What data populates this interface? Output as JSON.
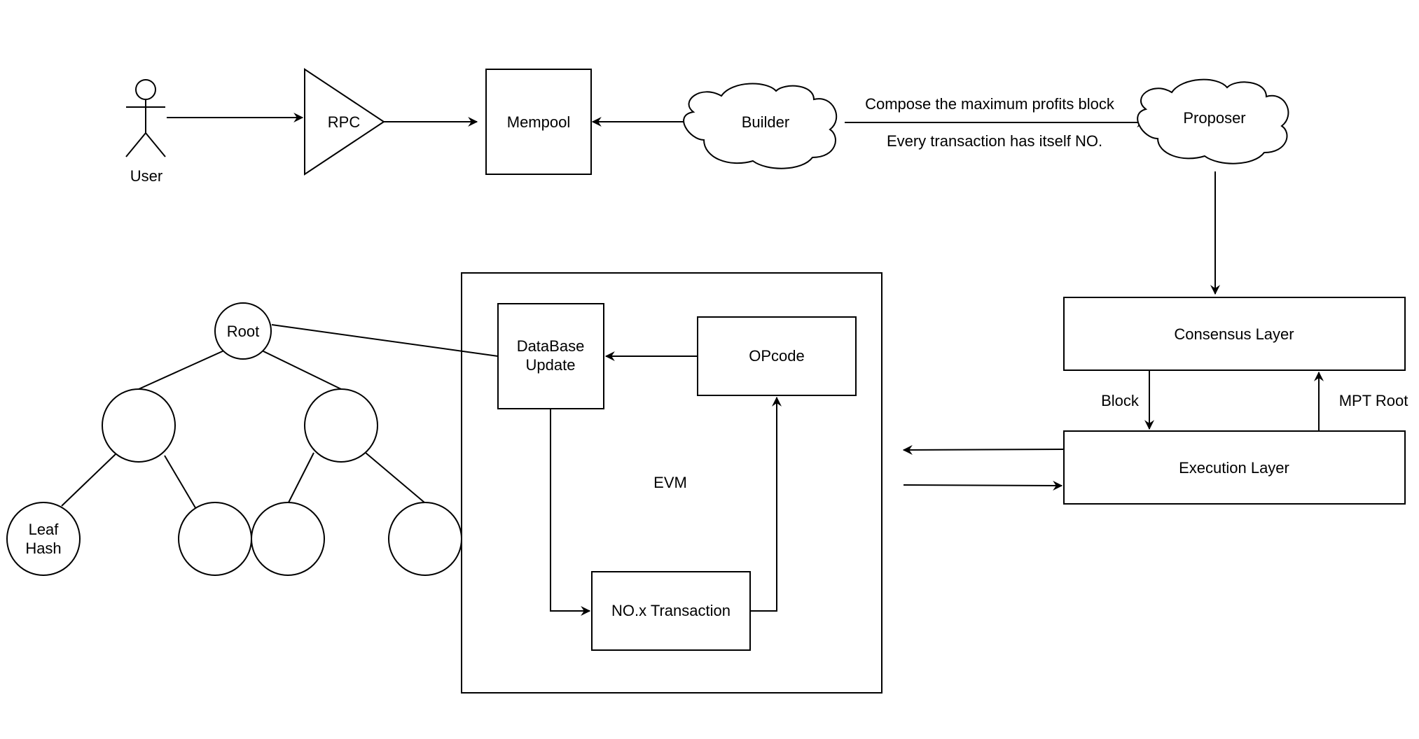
{
  "actors": {
    "user": "User"
  },
  "nodes": {
    "rpc": "RPC",
    "mempool": "Mempool",
    "builder": "Builder",
    "proposer": "Proposer",
    "consensus": "Consensus Layer",
    "execution": "Execution Layer",
    "evm": "EVM",
    "db_update_line1": "DataBase",
    "db_update_line2": "Update",
    "opcode": "OPcode",
    "transaction": "NO.x Transaction"
  },
  "edge_labels": {
    "compose": "Compose the maximum profits block",
    "every_tx": "Every transaction has itself NO.",
    "block": "Block",
    "mpt_root": "MPT Root"
  },
  "tree": {
    "root": "Root",
    "leaf_line1": "Leaf",
    "leaf_line2": "Hash"
  }
}
